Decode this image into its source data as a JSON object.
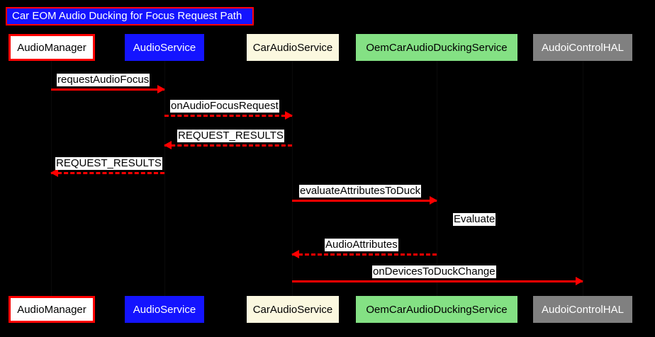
{
  "diagram": {
    "title": "Car EOM Audio Ducking for Focus Request Path",
    "background_color": "#000000",
    "accent_color": "#ff0000",
    "title_fill": "#1414ff",
    "title_text_color": "#ffffff"
  },
  "participants": [
    {
      "id": "audiomanager",
      "label": "AudioManager",
      "fill": "#ffffff",
      "text_color": "#000000",
      "border": "#ff0000"
    },
    {
      "id": "audioservice",
      "label": "AudioService",
      "fill": "#1414ff",
      "text_color": "#ffffff",
      "border": "none"
    },
    {
      "id": "caraudioservice",
      "label": "CarAudioService",
      "fill": "#fbf8df",
      "text_color": "#000000",
      "border": "none"
    },
    {
      "id": "oemducking",
      "label": "OemCarAudioDuckingService",
      "fill": "#84e184",
      "text_color": "#000000",
      "border": "none"
    },
    {
      "id": "audiocontrolhal",
      "label": "AudoiControlHAL",
      "fill": "#808080",
      "text_color": "#ffffff",
      "border": "none"
    }
  ],
  "messages": [
    {
      "id": "m1",
      "label": "requestAudioFocus",
      "from": "audiomanager",
      "to": "audioservice",
      "style": "solid",
      "direction": "right"
    },
    {
      "id": "m2",
      "label": "onAudioFocusRequest",
      "from": "audioservice",
      "to": "caraudioservice",
      "style": "dashed",
      "direction": "right"
    },
    {
      "id": "m3",
      "label": "REQUEST_RESULTS",
      "from": "caraudioservice",
      "to": "audioservice",
      "style": "dashed",
      "direction": "left"
    },
    {
      "id": "m4",
      "label": "REQUEST_RESULTS",
      "from": "audioservice",
      "to": "audiomanager",
      "style": "dashed",
      "direction": "left"
    },
    {
      "id": "m5",
      "label": "evaluateAttributesToDuck",
      "from": "caraudioservice",
      "to": "oemducking",
      "style": "solid",
      "direction": "right"
    },
    {
      "id": "m6",
      "label": "AudioAttributes",
      "from": "oemducking",
      "to": "caraudioservice",
      "style": "dashed",
      "direction": "left"
    },
    {
      "id": "m7",
      "label": "onDevicesToDuckChange",
      "from": "caraudioservice",
      "to": "audiocontrolhal",
      "style": "solid",
      "direction": "right"
    }
  ],
  "notes": [
    {
      "id": "n1",
      "label": "Evaluate",
      "near": "oemducking"
    }
  ]
}
